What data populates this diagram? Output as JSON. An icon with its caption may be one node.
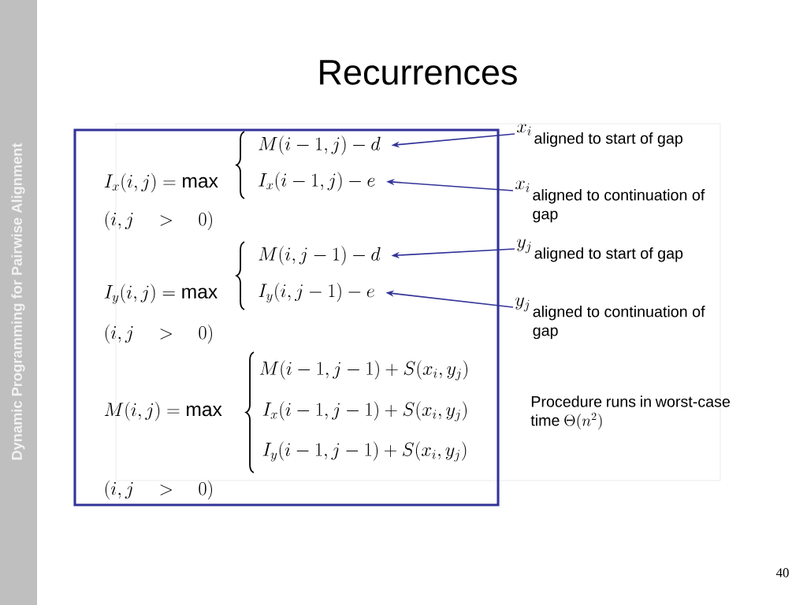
{
  "diagram": {
    "title": "Recurrences",
    "nodes": [
      {
        "text": [],
        "shape": "box"
      },
      {
        "text": [
          "M(i-1,j)-d"
        ],
        "in": 0
      },
      {
        "text": [
          "I_x(i-1,j)-e"
        ],
        "in": 0
      },
      {
        "text": [
          "M(i,j-1)-d"
        ],
        "in": 0
      },
      {
        "text": [
          "I_y(i,j-1)-e"
        ],
        "in": 0
      },
      {
        "text": [
          "x_i",
          "aligned to start of gap"
        ]
      },
      {
        "text": [
          "x_i",
          "aligned to continuation of gap"
        ]
      },
      {
        "text": [
          "y_j",
          "aligned to start of gap"
        ]
      },
      {
        "text": [
          "y_j",
          "aligned to continuation of gap"
        ]
      }
    ],
    "edges": [
      {
        "from": 5,
        "to": 1,
        "arrow": "to"
      },
      {
        "from": 6,
        "to": 2,
        "arrow": "to"
      },
      {
        "from": 7,
        "to": 3,
        "arrow": "to"
      },
      {
        "from": 8,
        "to": 4,
        "arrow": "to"
      }
    ],
    "labels": [
      "Dynamic Programming for Pairwise Alignment",
      "I_x(i,j)=\\max",
      "(i,j\\quad>\\quad 0)",
      "I_y(i,j)=\\max",
      "(i,j\\quad>\\quad 0)",
      "M(i,j)=\\max",
      "M(i-1,j-1)+S(x_i,y_j)",
      "I_x(i-1,j-1)+S(x_i,y_j)",
      "I_y(i-1,j-1)+S(x_i,y_j)",
      "(i,j\\quad>\\quad 0)",
      "Procedure runs in worst-case time",
      "\\Theta(n^{2})",
      "40"
    ]
  }
}
